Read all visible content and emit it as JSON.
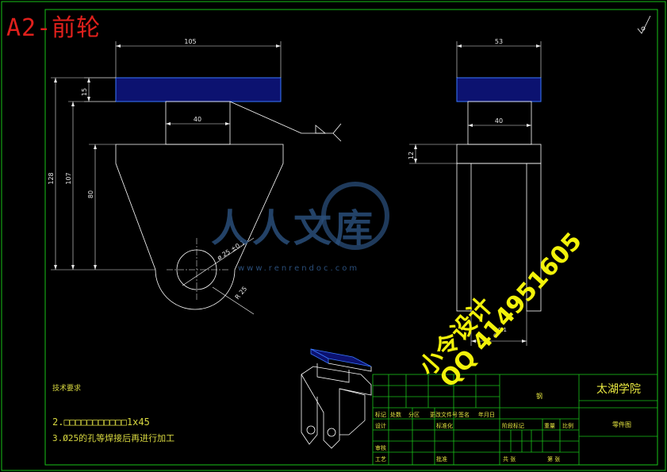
{
  "drawing": {
    "sheet_title": "A2-前轮",
    "dimensions": {
      "d105": "105",
      "d53": "53",
      "d15": "15",
      "d40a": "40",
      "d40b": "40",
      "d128": "128",
      "d107": "107",
      "d80": "80",
      "d12": "12",
      "d_hole": "ø 25 ±0.1",
      "d_r": "R 25",
      "d_tol": "+0.1\n0"
    }
  },
  "tech_notes": {
    "heading": "技术要求",
    "line2": "2.□□□□□□□□□□□1x45",
    "line3": "3.Ø25的孔等焊接后再进行加工"
  },
  "watermark": {
    "site_cn": "人人文库",
    "site_url": "www.renrendoc.com",
    "designer": "小令设计",
    "qq": "QQ 414951605"
  },
  "title_block": {
    "school": "太湖学院",
    "drawing_type": "零件图",
    "material_mark": "钢",
    "labels": {
      "mark": "标记",
      "count": "处数",
      "zone": "分区",
      "change_doc": "更改文件号",
      "sign": "签名",
      "date": "年月日",
      "design": "设计",
      "standardize": "标准化",
      "stage_mark": "阶段标记",
      "weight": "重量",
      "scale": "比例",
      "review": "审核",
      "process": "工艺",
      "approve": "批准",
      "sheet_total": "共 张",
      "sheet_no": "第 张"
    }
  },
  "colors": {
    "bg": "#000000",
    "frame": "#19c219",
    "lines": "#ffffff",
    "dims": "#e8e8e8",
    "navy": "#0c1270",
    "blue_edge": "#3a78ff",
    "title_red": "#e0201c",
    "text_yellow": "#e6e640"
  }
}
